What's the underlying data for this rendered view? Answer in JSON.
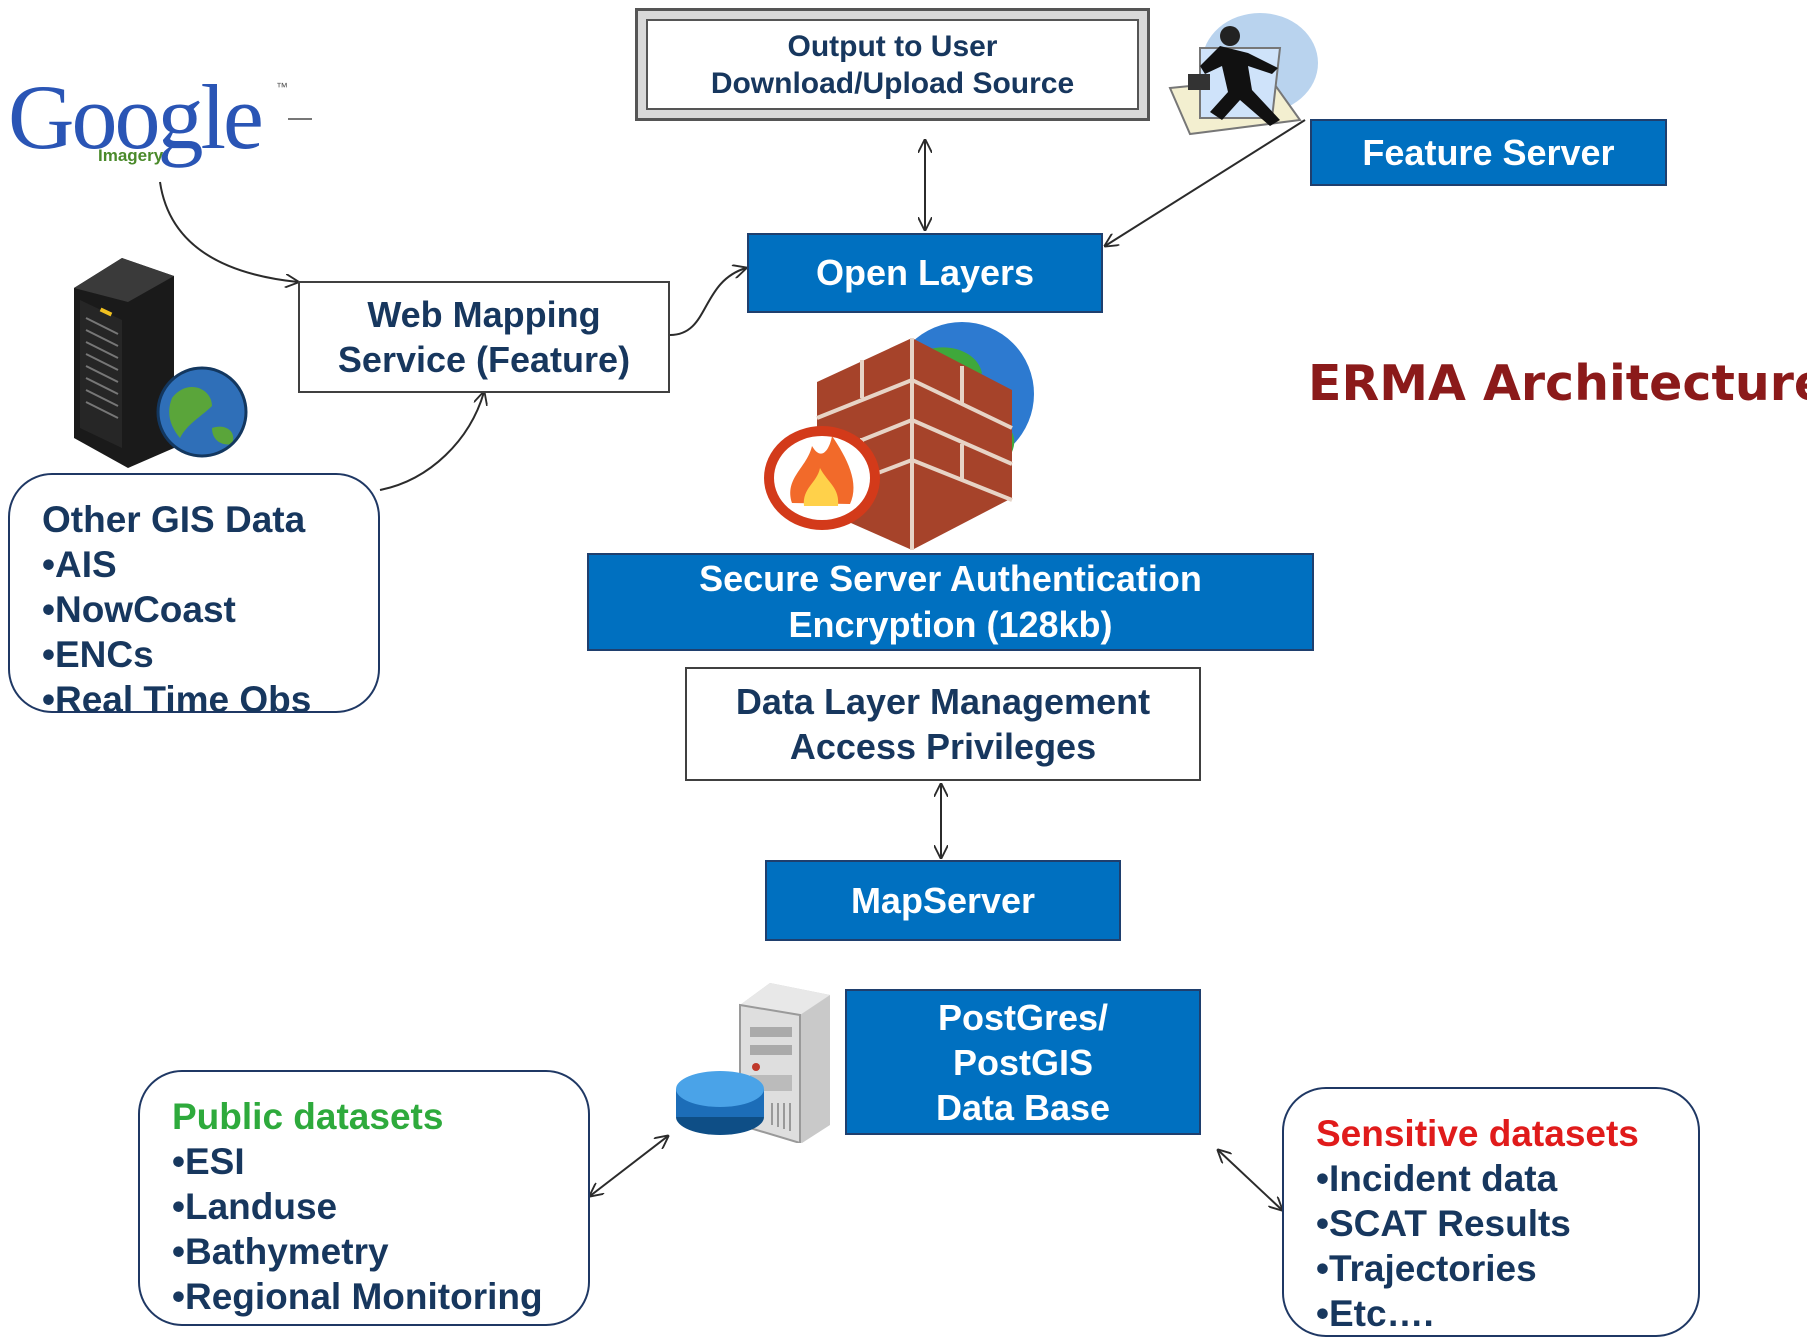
{
  "title": "ERMA Architecture",
  "nodes": {
    "output": {
      "line1": "Output to User",
      "line2": "Download/Upload Source"
    },
    "feature_server": {
      "label": "Feature Server"
    },
    "open_layers": {
      "label": "Open Layers"
    },
    "wms": {
      "line1": "Web Mapping",
      "line2": "Service (Feature)"
    },
    "secure": {
      "line1": "Secure Server Authentication",
      "line2": "Encryption (128kb)"
    },
    "data_layer": {
      "line1": "Data Layer Management",
      "line2": "Access Privileges"
    },
    "mapserver": {
      "label": "MapServer"
    },
    "postgres": {
      "line1": "PostGres/",
      "line2": "PostGIS",
      "line3": "Data Base"
    }
  },
  "other_gis": {
    "title": "Other GIS Data",
    "items": [
      "AIS",
      "NowCoast",
      "ENCs",
      "Real Time Obs"
    ]
  },
  "public": {
    "title": "Public datasets",
    "title_color": "#2eaa3c",
    "items": [
      "ESI",
      "Landuse",
      "Bathymetry",
      "Regional Monitoring"
    ]
  },
  "sensitive": {
    "title": "Sensitive datasets",
    "title_color": "#e01b1b",
    "items": [
      "Incident data",
      "SCAT Results",
      "Trajectories",
      "Etc…."
    ]
  },
  "logo": {
    "word": "Google",
    "sub": "Imagery",
    "tm": "™"
  },
  "colors": {
    "box_blue": "#0070c0",
    "text_navy": "#17375e",
    "title_red": "#8b1a1a"
  },
  "icons": [
    "google-imagery-logo",
    "server-rack-globe-icon",
    "businessman-running-icon",
    "firewall-globe-icon",
    "database-server-icon"
  ]
}
